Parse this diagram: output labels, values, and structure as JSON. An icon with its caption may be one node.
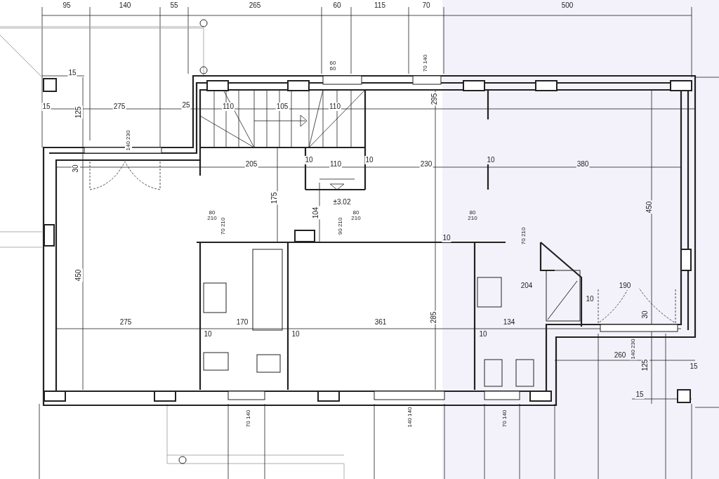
{
  "diagram": {
    "labels": [
      "95",
      "140",
      "55",
      "265",
      "60",
      "115",
      "70",
      "500",
      "15",
      "60 60",
      "70 140",
      "15",
      "275",
      "125",
      "25",
      "110",
      "105",
      "110",
      "295",
      "140 230",
      "30",
      "205",
      "10",
      "110",
      "10",
      "230",
      "10",
      "380",
      "175",
      "104",
      "±3.02",
      "450",
      "80 210",
      "80 210",
      "80 210",
      "70 210",
      "90 210",
      "70 210",
      "10",
      "450",
      "204",
      "190",
      "10",
      "285",
      "275",
      "10",
      "170",
      "10",
      "361",
      "10",
      "134",
      "30",
      "140 230",
      "260",
      "125",
      "15",
      "15",
      "70 140",
      "140 140",
      "70 140"
    ]
  }
}
